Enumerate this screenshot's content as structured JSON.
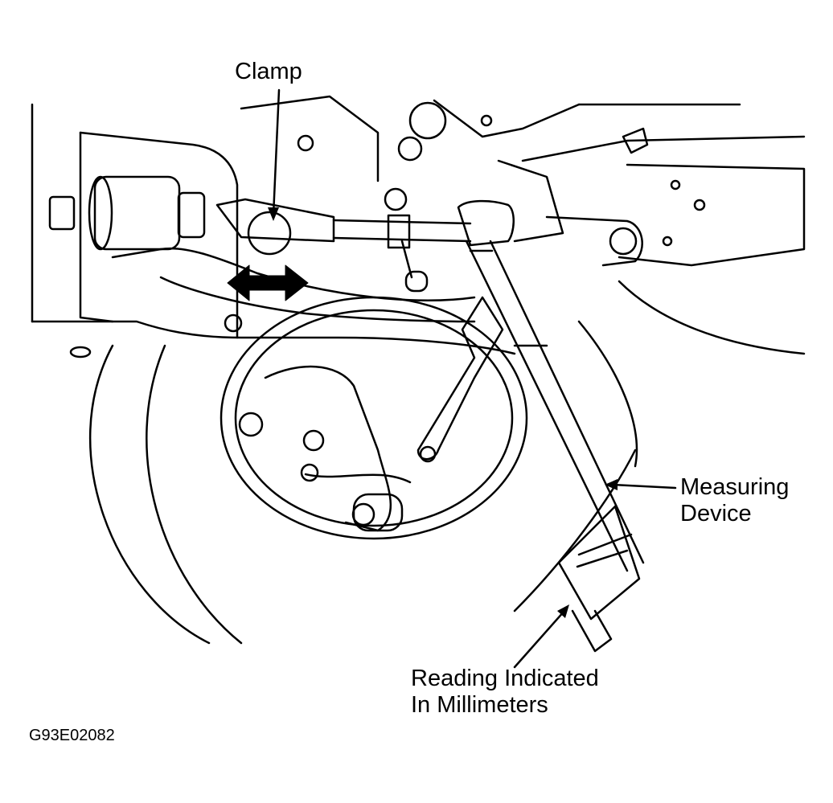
{
  "labels": {
    "clamp": "Clamp",
    "measuring_device": [
      "Measuring",
      "Device"
    ],
    "reading": [
      "Reading Indicated",
      "In Millimeters"
    ]
  },
  "figure_code": "G93E02082",
  "colors": {
    "line": "#000000",
    "background": "#ffffff"
  },
  "icons": {
    "motion": "double-arrow-icon"
  }
}
